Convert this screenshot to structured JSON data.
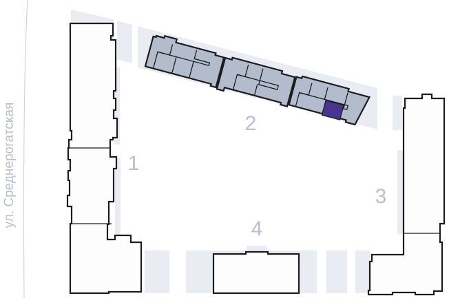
{
  "street_label": "ул. Среднерогатская",
  "buildings": [
    {
      "label": "1"
    },
    {
      "label": "2"
    },
    {
      "label": "3"
    },
    {
      "label": "4"
    }
  ],
  "selected_unit": {
    "building": "2",
    "section": 3
  },
  "colors": {
    "selected": "#4a3492",
    "floor": "#b3bccd",
    "band": "#e9ecf2",
    "label": "#b7bfd0",
    "outline": "#1c1c1c"
  }
}
